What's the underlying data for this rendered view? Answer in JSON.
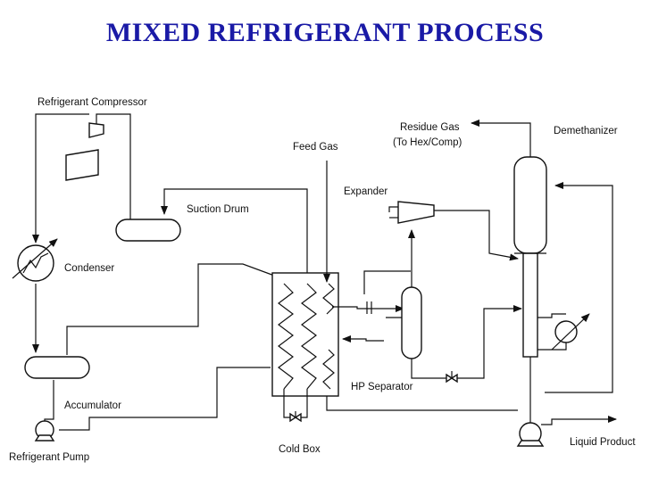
{
  "title": "MIXED REFRIGERANT PROCESS",
  "labels": {
    "refrigerant_compressor": "Refrigerant Compressor",
    "feed_gas": "Feed Gas",
    "residue_gas": "Residue Gas",
    "to_hex_comp": "(To Hex/Comp)",
    "demethanizer": "Demethanizer",
    "expander": "Expander",
    "suction_drum": "Suction Drum",
    "condenser": "Condenser",
    "hp_separator": "HP Separator",
    "accumulator": "Accumulator",
    "cold_box": "Cold Box",
    "refrigerant_pump": "Refrigerant Pump",
    "liquid_product": "Liquid Product"
  }
}
